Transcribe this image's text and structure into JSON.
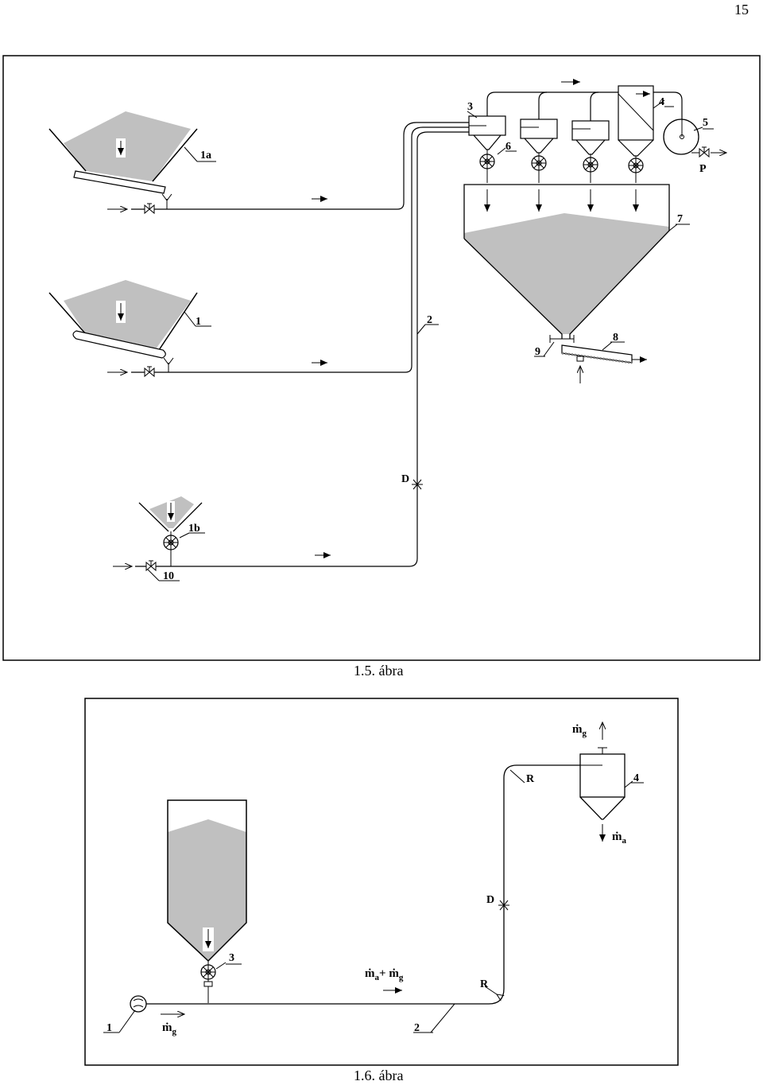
{
  "page_number": "15",
  "figure1": {
    "caption": "1.5. ábra",
    "labels": {
      "bin_1a": "1a",
      "bin_1": "1",
      "bin_1b": "1b",
      "pipe_2": "2",
      "cyclone_3": "3",
      "filter_4": "4",
      "fan_5": "5",
      "rotary_valve_6": "6",
      "silo_7": "7",
      "conveyor_8": "8",
      "valve_9": "9",
      "valve_10": "10",
      "point_D": "D",
      "exhaust_P": "P"
    }
  },
  "figure2": {
    "caption": "1.6. ábra",
    "labels": {
      "blower_1": "1",
      "pipe_2": "2",
      "rotary_valve_3": "3",
      "separator_4": "4",
      "point_D": "D",
      "bend_R_top": "R",
      "bend_R_bottom": "R",
      "flow_gas_out_m": "ṁ",
      "flow_gas_out_sub": "g",
      "flow_solid_out_m": "ṁ",
      "flow_solid_out_sub": "a",
      "flow_mix_m1": "ṁ",
      "flow_mix_sub1": "a",
      "flow_mix_plus": "+ ",
      "flow_mix_m2": "ṁ",
      "flow_mix_sub2": "g",
      "flow_gas_in_m": "ṁ",
      "flow_gas_in_sub": "g"
    }
  },
  "colors": {
    "fill": "#c0c0c0",
    "line": "#000000"
  }
}
